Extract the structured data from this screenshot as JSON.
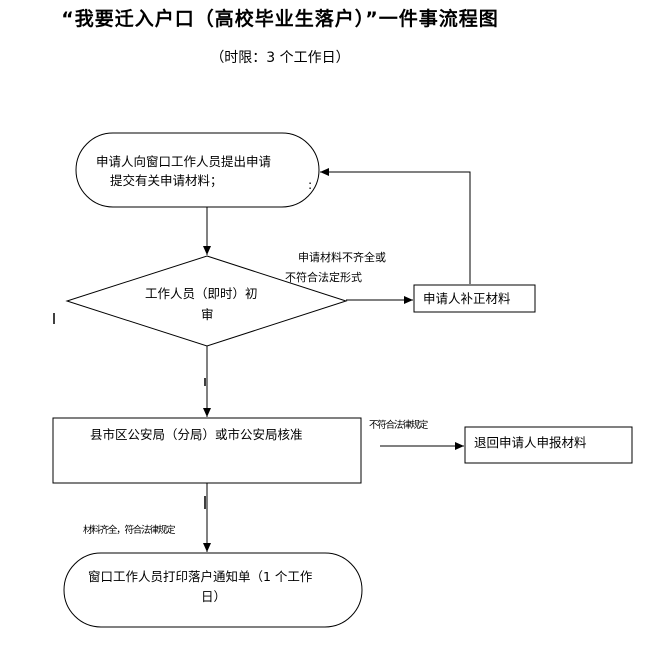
{
  "header": {
    "title": "“我要迁入户口（高校毕业生落户）”一件事流程图",
    "subtitle": "（时限：3 个工作日）"
  },
  "nodes": {
    "apply": {
      "line1": "申请人向窗口工作人员提出申请",
      "line2": "提交有关申请材料；"
    },
    "review": {
      "line1": "工作人员（即时）初",
      "line2": "审"
    },
    "supplement": {
      "label": "申请人补正材料"
    },
    "approve": {
      "label": "县市区公安局（分局）或市公安局核准"
    },
    "return": {
      "label": "退回申请人申报材料"
    },
    "print": {
      "line1": "窗口工作人员打印落户通知单（1 个工作",
      "line2": "日）"
    }
  },
  "edges": {
    "incomplete": {
      "line1": "申请材料不齐全或",
      "line2": "不符合法定形式"
    },
    "not_compliant": {
      "label": "不符合法律规定"
    },
    "compliant": {
      "label": "材料齐全，符合法律规定"
    }
  },
  "stray": {
    "colon": ":"
  }
}
